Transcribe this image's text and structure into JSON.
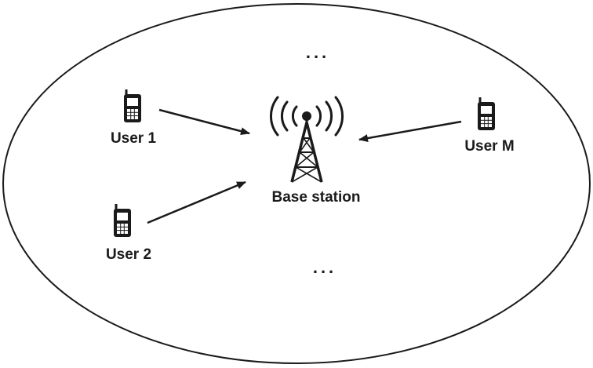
{
  "nodes": {
    "base_station": {
      "label": "Base station"
    },
    "user_1": {
      "label": "User 1"
    },
    "user_2": {
      "label": "User 2"
    },
    "user_m": {
      "label": "User M"
    }
  },
  "ellipsis_top": "...",
  "ellipsis_bottom": "...",
  "edges": [
    {
      "from": "User 1",
      "to": "Base station"
    },
    {
      "from": "User 2",
      "to": "Base station"
    },
    {
      "from": "User M",
      "to": "Base station"
    }
  ],
  "colors": {
    "stroke": "#1a1a1a",
    "background": "#ffffff"
  }
}
